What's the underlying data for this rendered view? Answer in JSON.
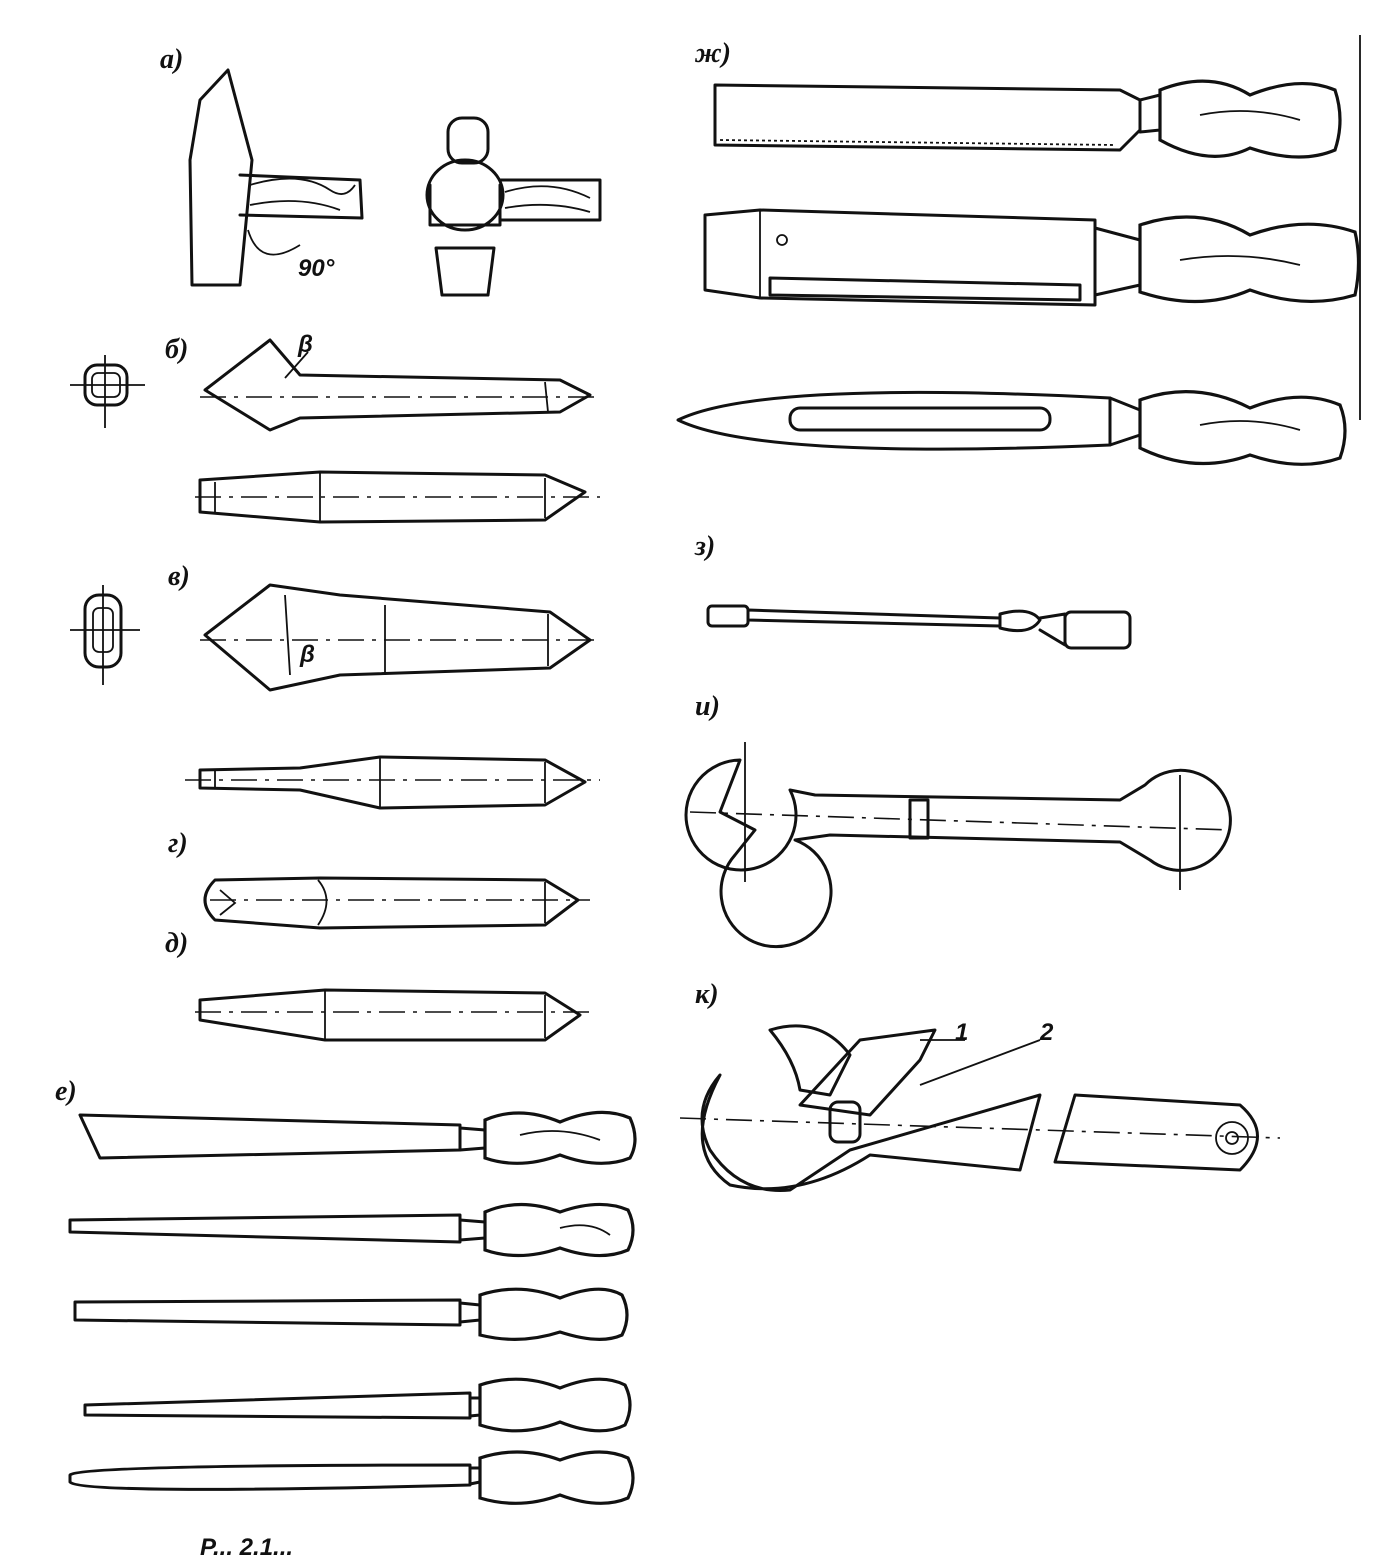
{
  "figure": {
    "labels": {
      "a": "а)",
      "b": "б)",
      "v": "в)",
      "g": "г)",
      "d": "д)",
      "e": "е)",
      "zh": "ж)",
      "z": "з)",
      "i": "и)",
      "k": "к)"
    },
    "annotations": {
      "angle": "90°",
      "beta_top": "β",
      "beta_crosscut": "β",
      "callout_1": "1",
      "callout_2": "2"
    },
    "caption_fragment": "Р... 2.1..."
  },
  "colors": {
    "ink": "#111111",
    "paper": "#ffffff"
  }
}
